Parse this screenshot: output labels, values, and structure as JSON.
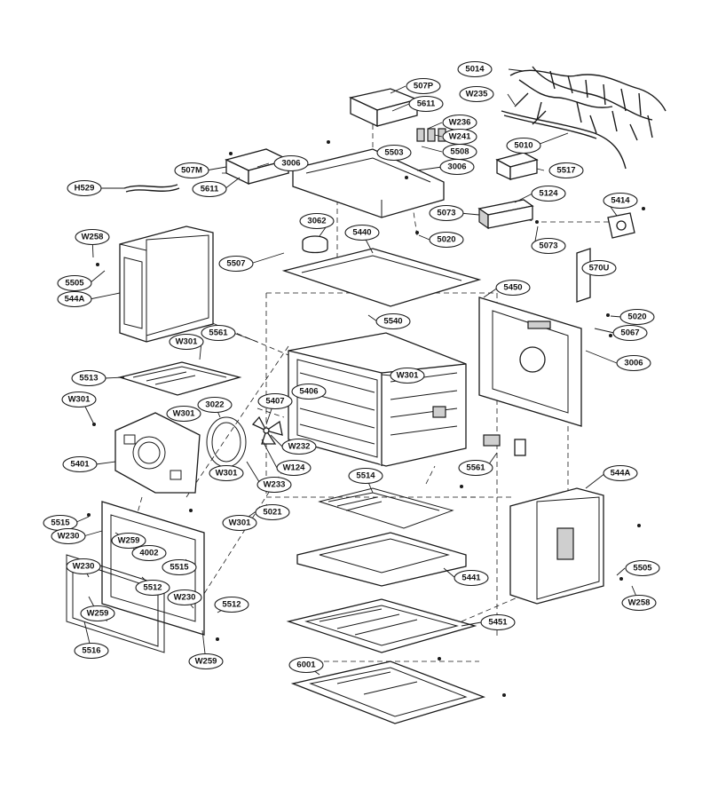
{
  "diagram": {
    "description_none": "",
    "callouts": [
      {
        "id": "c-5014",
        "label": "5014"
      },
      {
        "id": "c-w235",
        "label": "W235"
      },
      {
        "id": "c-507p",
        "label": "507P"
      },
      {
        "id": "c-5611a",
        "label": "5611"
      },
      {
        "id": "c-w236",
        "label": "W236"
      },
      {
        "id": "c-w241",
        "label": "W241"
      },
      {
        "id": "c-5010",
        "label": "5010"
      },
      {
        "id": "c-5508",
        "label": "5508"
      },
      {
        "id": "c-5503",
        "label": "5503"
      },
      {
        "id": "c-3006a",
        "label": "3006"
      },
      {
        "id": "c-3006b",
        "label": "3006"
      },
      {
        "id": "c-507m",
        "label": "507M"
      },
      {
        "id": "c-5517",
        "label": "5517"
      },
      {
        "id": "c-h529",
        "label": "H529"
      },
      {
        "id": "c-5611b",
        "label": "5611"
      },
      {
        "id": "c-5124",
        "label": "5124"
      },
      {
        "id": "c-5414",
        "label": "5414"
      },
      {
        "id": "c-5073a",
        "label": "5073"
      },
      {
        "id": "c-3062",
        "label": "3062"
      },
      {
        "id": "c-w258a",
        "label": "W258"
      },
      {
        "id": "c-5440",
        "label": "5440"
      },
      {
        "id": "c-5020a",
        "label": "5020"
      },
      {
        "id": "c-5073b",
        "label": "5073"
      },
      {
        "id": "c-5507",
        "label": "5507"
      },
      {
        "id": "c-570u",
        "label": "570U"
      },
      {
        "id": "c-5505a",
        "label": "5505"
      },
      {
        "id": "c-544aa",
        "label": "544A"
      },
      {
        "id": "c-5450",
        "label": "5450"
      },
      {
        "id": "c-5540",
        "label": "5540"
      },
      {
        "id": "c-5020b",
        "label": "5020"
      },
      {
        "id": "c-5561a",
        "label": "5561"
      },
      {
        "id": "c-5067",
        "label": "5067"
      },
      {
        "id": "c-w301a",
        "label": "W301"
      },
      {
        "id": "c-3006c",
        "label": "3006"
      },
      {
        "id": "c-5513",
        "label": "5513"
      },
      {
        "id": "c-w301b",
        "label": "W301"
      },
      {
        "id": "c-5406",
        "label": "5406"
      },
      {
        "id": "c-w301c",
        "label": "W301"
      },
      {
        "id": "c-3022",
        "label": "3022"
      },
      {
        "id": "c-5407",
        "label": "5407"
      },
      {
        "id": "c-w301d",
        "label": "W301"
      },
      {
        "id": "c-w232",
        "label": "W232"
      },
      {
        "id": "c-5401",
        "label": "5401"
      },
      {
        "id": "c-w124",
        "label": "W124"
      },
      {
        "id": "c-5561b",
        "label": "5561"
      },
      {
        "id": "c-w301e",
        "label": "W301"
      },
      {
        "id": "c-w233",
        "label": "W233"
      },
      {
        "id": "c-5514",
        "label": "5514"
      },
      {
        "id": "c-544ab",
        "label": "544A"
      },
      {
        "id": "c-5021",
        "label": "5021"
      },
      {
        "id": "c-w301f",
        "label": "W301"
      },
      {
        "id": "c-5515a",
        "label": "5515"
      },
      {
        "id": "c-w230a",
        "label": "W230"
      },
      {
        "id": "c-w259a",
        "label": "W259"
      },
      {
        "id": "c-4002",
        "label": "4002"
      },
      {
        "id": "c-5515b",
        "label": "5515"
      },
      {
        "id": "c-w230b",
        "label": "W230"
      },
      {
        "id": "c-5512a",
        "label": "5512"
      },
      {
        "id": "c-5505b",
        "label": "5505"
      },
      {
        "id": "c-5441",
        "label": "5441"
      },
      {
        "id": "c-w230c",
        "label": "W230"
      },
      {
        "id": "c-w258b",
        "label": "W258"
      },
      {
        "id": "c-w259b",
        "label": "W259"
      },
      {
        "id": "c-5512b",
        "label": "5512"
      },
      {
        "id": "c-5451",
        "label": "5451"
      },
      {
        "id": "c-5516",
        "label": "5516"
      },
      {
        "id": "c-w259c",
        "label": "W259"
      },
      {
        "id": "c-6001",
        "label": "6001"
      }
    ]
  }
}
